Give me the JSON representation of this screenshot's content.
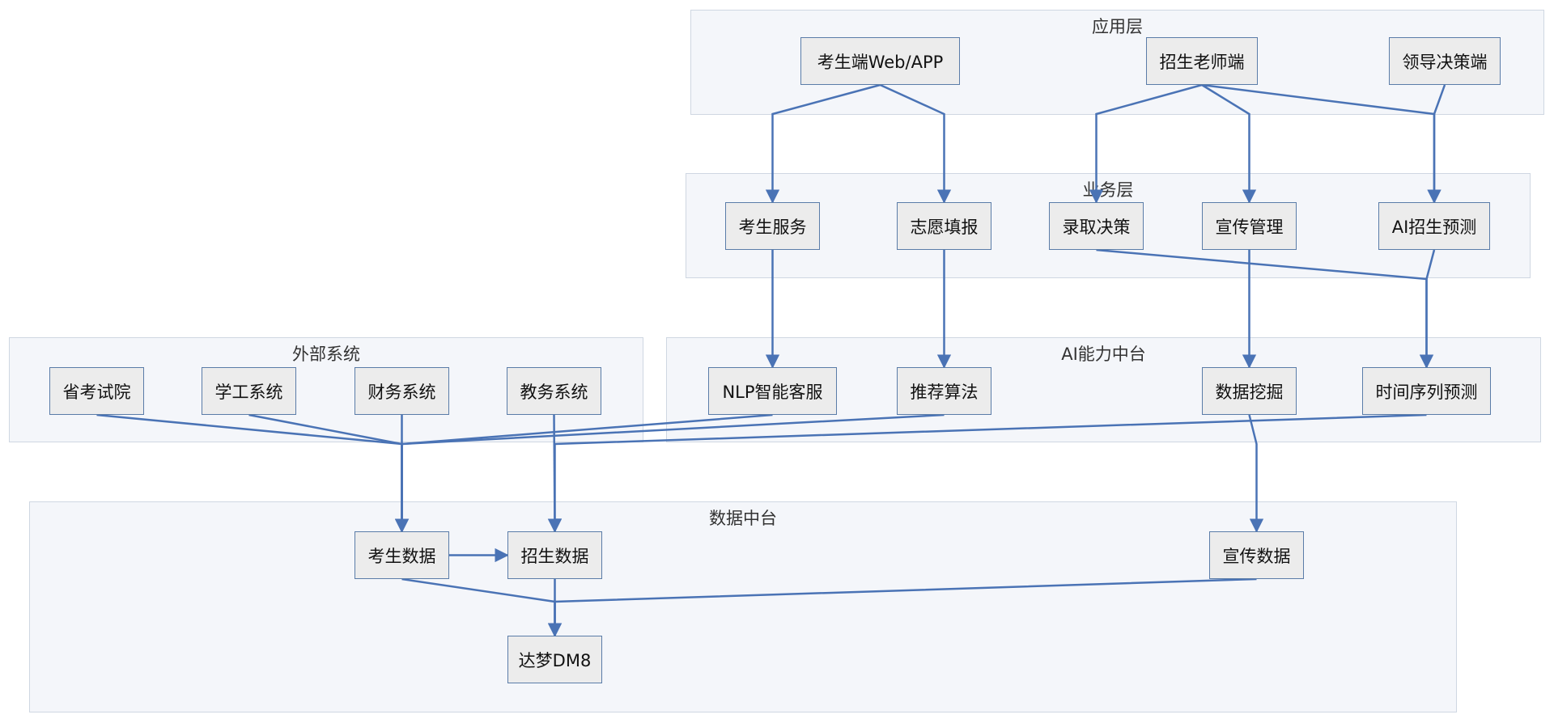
{
  "colors": {
    "edge": "#4a73b5",
    "node_fill": "#ececec",
    "node_border": "#5a7ca8",
    "cluster_fill": "#f4f6fa",
    "cluster_border": "#cfd7e2"
  },
  "clusters": {
    "app": "应用层",
    "biz": "业务层",
    "ext": "外部系统",
    "ai": "AI能力中台",
    "data": "数据中台"
  },
  "nodes": {
    "student_portal": "考生端Web/APP",
    "teacher_portal": "招生老师端",
    "leader_portal": "领导决策端",
    "student_service": "考生服务",
    "volunteer_fill": "志愿填报",
    "admission_decision": "录取决策",
    "publicity_mgmt": "宣传管理",
    "ai_prediction": "AI招生预测",
    "exam_institute": "省考试院",
    "student_affairs": "学工系统",
    "finance_system": "财务系统",
    "academic_system": "教务系统",
    "nlp_service": "NLP智能客服",
    "recommend_algo": "推荐算法",
    "data_mining": "数据挖掘",
    "timeseries": "时间序列预测",
    "student_data": "考生数据",
    "enroll_data": "招生数据",
    "publicity_data": "宣传数据",
    "dm8": "达梦DM8"
  },
  "edges": [
    [
      "student_portal",
      "student_service"
    ],
    [
      "student_portal",
      "volunteer_fill"
    ],
    [
      "teacher_portal",
      "admission_decision"
    ],
    [
      "teacher_portal",
      "publicity_mgmt"
    ],
    [
      "teacher_portal",
      "ai_prediction"
    ],
    [
      "leader_portal",
      "ai_prediction"
    ],
    [
      "student_service",
      "nlp_service"
    ],
    [
      "volunteer_fill",
      "recommend_algo"
    ],
    [
      "admission_decision",
      "timeseries"
    ],
    [
      "publicity_mgmt",
      "data_mining"
    ],
    [
      "ai_prediction",
      "timeseries"
    ],
    [
      "exam_institute",
      "student_data"
    ],
    [
      "student_affairs",
      "student_data"
    ],
    [
      "finance_system",
      "student_data"
    ],
    [
      "academic_system",
      "enroll_data"
    ],
    [
      "nlp_service",
      "student_data"
    ],
    [
      "recommend_algo",
      "student_data"
    ],
    [
      "data_mining",
      "publicity_data"
    ],
    [
      "timeseries",
      "enroll_data"
    ],
    [
      "student_data",
      "enroll_data"
    ],
    [
      "student_data",
      "dm8"
    ],
    [
      "enroll_data",
      "dm8"
    ],
    [
      "publicity_data",
      "dm8"
    ]
  ]
}
